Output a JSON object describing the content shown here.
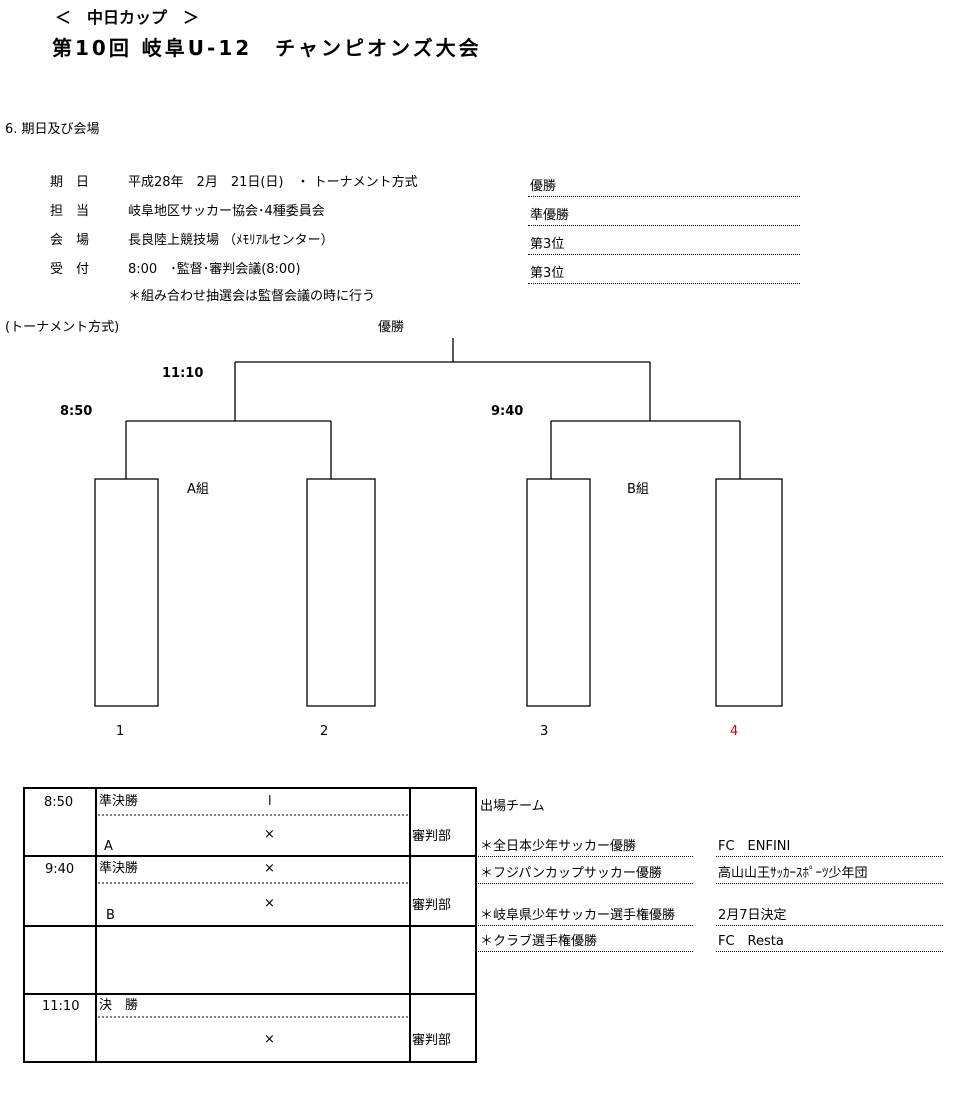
{
  "header": {
    "subtitle": "＜　中日カップ　＞",
    "title": "第10回 岐阜U-12　チャンピオンズ大会"
  },
  "section": {
    "heading": "6. 期日及び会場"
  },
  "info": [
    {
      "label": "期　日",
      "value": "平成28年　2月　21日(日)　・ トーナメント方式"
    },
    {
      "label": "担　当",
      "value": "岐阜地区サッカー協会･4種委員会"
    },
    {
      "label": "会　場",
      "value": "長良陸上競技場 （ﾒﾓﾘｱﾙセンター）"
    },
    {
      "label": "受　付",
      "value": "8:00　･監督･審判会議(8:00)"
    }
  ],
  "info_note": "＊組み合わせ抽選会は監督会議の時に行う",
  "results": [
    "優勝",
    "準優勝",
    "第3位",
    "第3位"
  ],
  "bracket": {
    "format_label": "(トーナメント方式)",
    "champion_label": "優勝",
    "final_time": "11:10",
    "semi_a_time": "8:50",
    "semi_b_time": "9:40",
    "group_a": "A組",
    "group_b": "B組",
    "slots": [
      "1",
      "2",
      "3",
      "4"
    ],
    "highlight_color": "#e00000"
  },
  "schedule": [
    {
      "time": "8:50",
      "round": "準決勝",
      "top_mark": "l",
      "group": "A",
      "vs": "×",
      "referee": "審判部"
    },
    {
      "time": "9:40",
      "round": "準決勝",
      "top_mark": "×",
      "group": "B",
      "vs": "×",
      "referee": "審判部"
    },
    {
      "time": "",
      "round": "",
      "top_mark": "",
      "group": "",
      "vs": "",
      "referee": ""
    },
    {
      "time": "11:10",
      "round": "決　勝",
      "top_mark": "",
      "group": "",
      "vs": "×",
      "referee": "審判部"
    }
  ],
  "teams": {
    "heading": "出場チーム",
    "rows": [
      {
        "qualifier": "＊全日本少年サッカー優勝",
        "team": "FC　ENFINI"
      },
      {
        "qualifier": "＊フジパンカップサッカー優勝",
        "team": "高山山王ｻｯｶｰｽﾎﾟｰﾂ少年団"
      },
      {
        "qualifier": "＊岐阜県少年サッカー選手権優勝",
        "team": "2月7日決定"
      },
      {
        "qualifier": "＊クラブ選手権優勝",
        "team": "FC　Resta"
      }
    ]
  }
}
